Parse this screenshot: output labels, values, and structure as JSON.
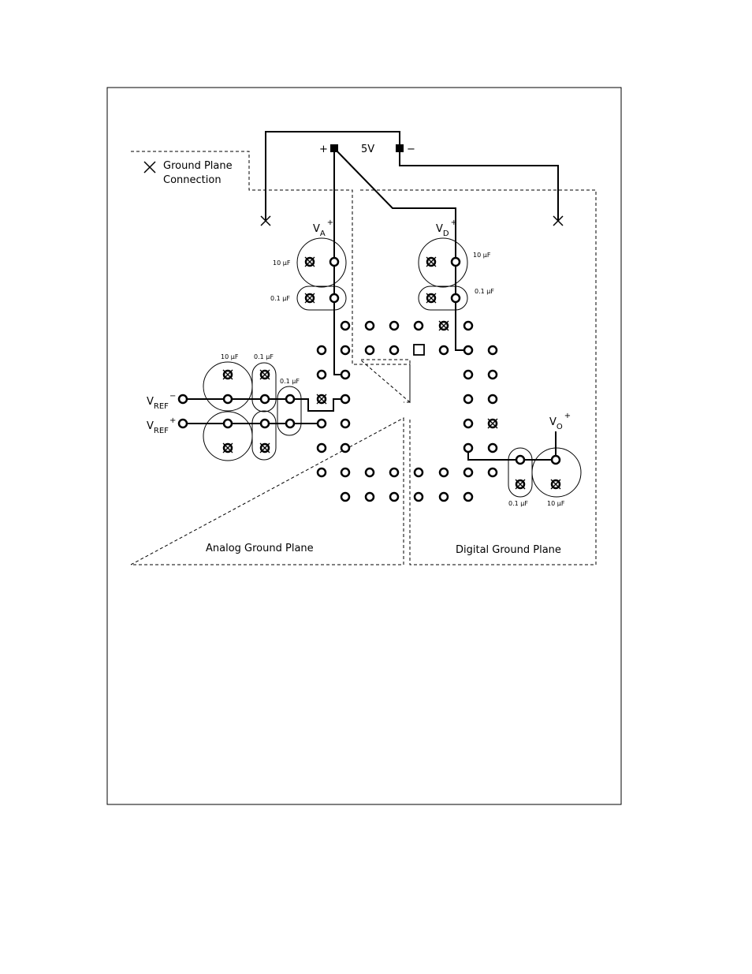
{
  "legend": {
    "line1": "Ground Plane",
    "line2": "Connection"
  },
  "supply": {
    "plus": "+",
    "voltage": "5V",
    "minus": "−"
  },
  "rails": {
    "va_main": "V",
    "va_sub": "A",
    "va_sup": "+",
    "vd_main": "V",
    "vd_sub": "D",
    "vd_sup": "+",
    "vref_neg_main": "V",
    "vref_neg_sub": "REF",
    "vref_neg_sup": "−",
    "vref_pos_main": "V",
    "vref_pos_sub": "REF",
    "vref_pos_sup": "+",
    "vo_main": "V",
    "vo_sub": "O",
    "vo_sup": "+"
  },
  "capacitors": {
    "va_big": "10 µF",
    "va_small": "0.1 µF",
    "vd_big": "10 µF",
    "vd_small": "0.1 µF",
    "ref_big": "10 µF",
    "ref_small": "0.1 µF",
    "ref_small2": "0.1 µF",
    "vo_small": "0.1 µF",
    "vo_big": "10 µF"
  },
  "planes": {
    "analog": "Analog Ground Plane",
    "digital": "Digital Ground Plane"
  }
}
